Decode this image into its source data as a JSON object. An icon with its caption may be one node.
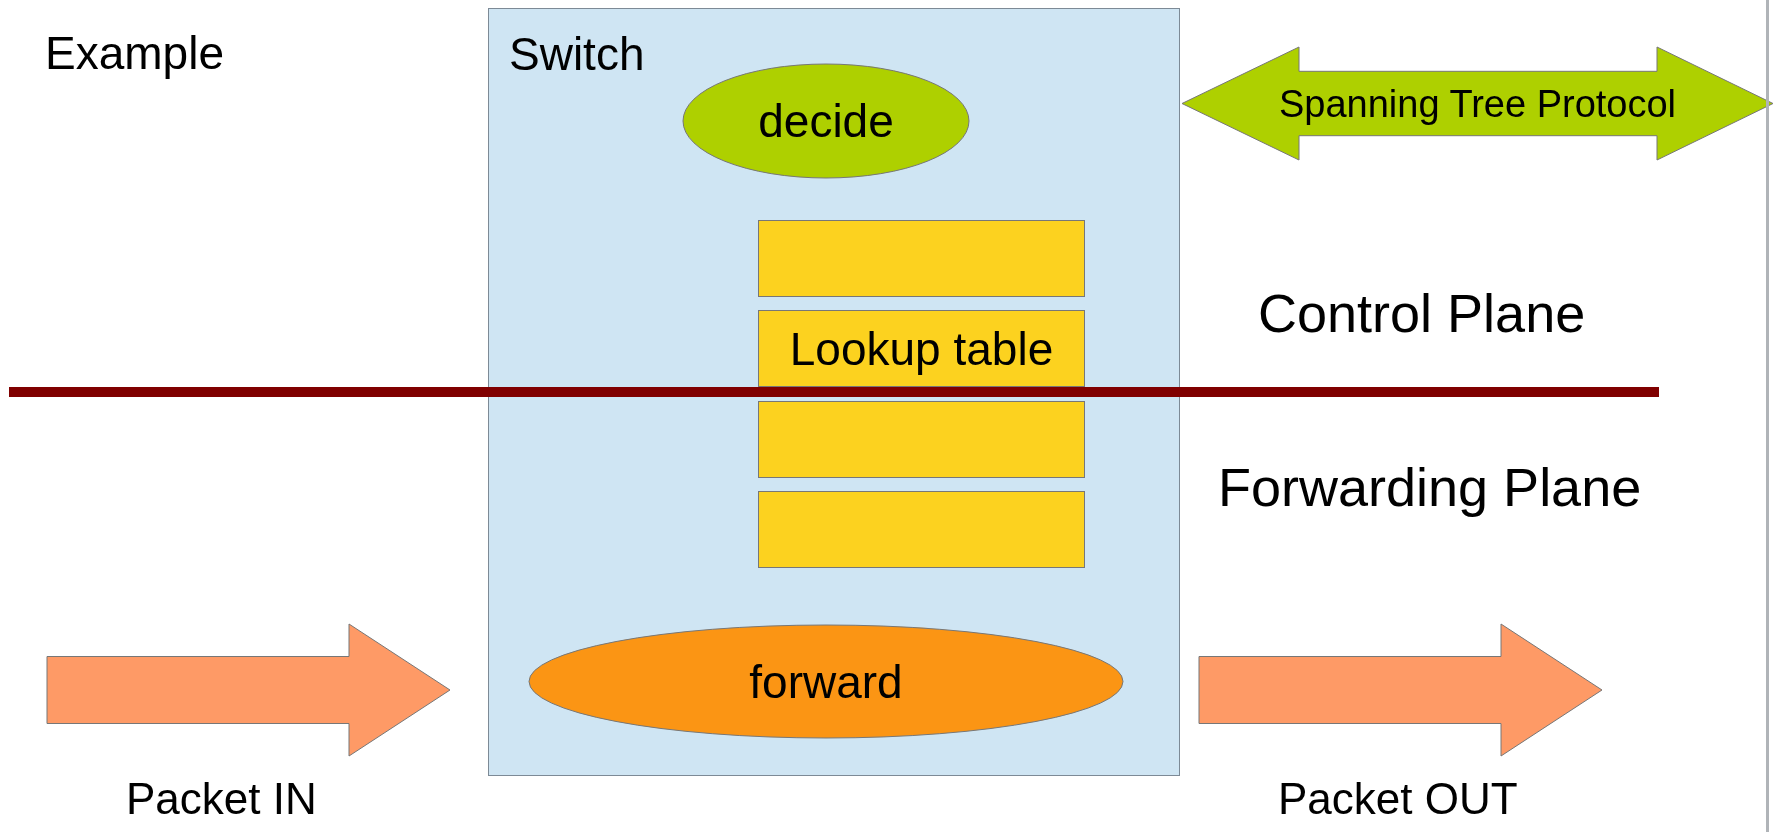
{
  "diagram": {
    "nodes": [
      {
        "text": [
          "Switch"
        ]
      },
      {
        "text": [
          "decide"
        ],
        "in": 0
      },
      {
        "text": [],
        "shape": "box",
        "in": 0
      },
      {
        "text": [
          "Lookup table"
        ],
        "in": 0
      },
      {
        "text": [],
        "shape": "box",
        "in": 0
      },
      {
        "text": [],
        "shape": "box",
        "in": 0
      },
      {
        "text": [
          "forward"
        ],
        "in": 0
      },
      {
        "text": [
          "Spanning Tree Protocol"
        ]
      },
      {
        "text": [],
        "shape": "arrow",
        "beside": [
          "Packet IN"
        ]
      },
      {
        "text": [],
        "shape": "arrow",
        "beside": [
          "Packet OUT"
        ]
      }
    ],
    "labels": [
      "Example",
      "Control Plane",
      "Forwarding Plane"
    ]
  }
}
